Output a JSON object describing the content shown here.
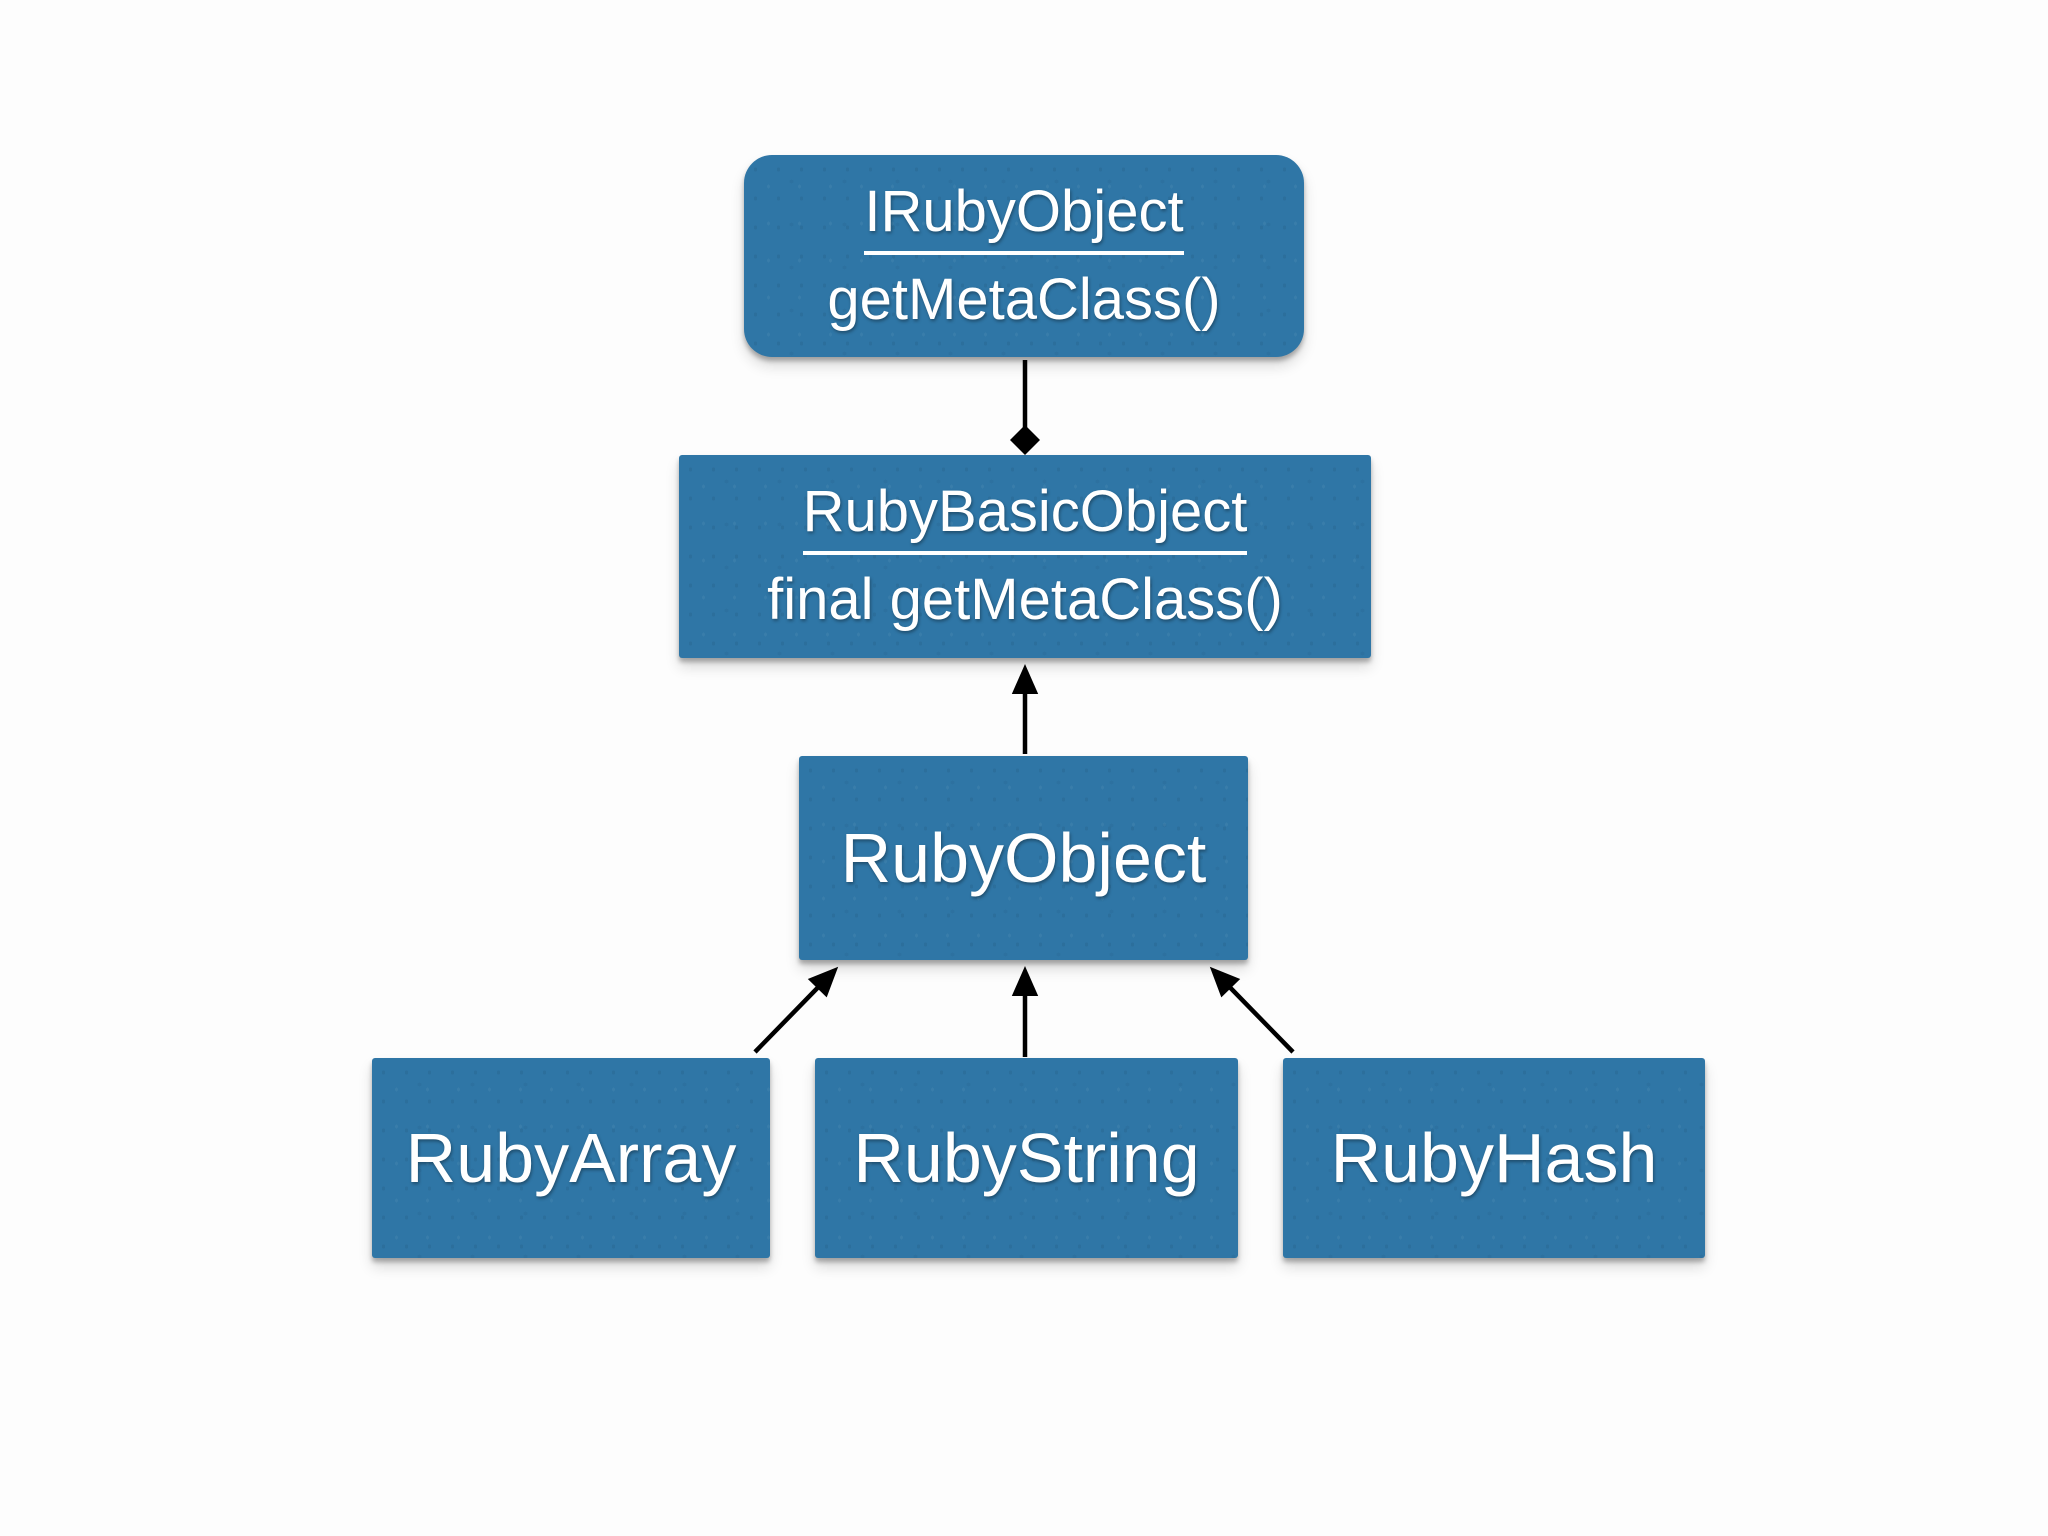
{
  "diagram": {
    "type": "class-hierarchy",
    "nodes": {
      "irubyobject": {
        "title": "IRubyObject",
        "subtitle": "getMetaClass()",
        "title_underlined": true
      },
      "rubybasicobject": {
        "title": "RubyBasicObject",
        "subtitle": "final getMetaClass()",
        "title_underlined": true
      },
      "rubyobject": {
        "title": "RubyObject"
      },
      "rubyarray": {
        "title": "RubyArray"
      },
      "rubystring": {
        "title": "RubyString"
      },
      "rubyhash": {
        "title": "RubyHash"
      }
    },
    "edges": [
      {
        "from": "irubyobject",
        "to": "rubybasicobject",
        "terminator": "diamond"
      },
      {
        "from": "rubyobject",
        "to": "rubybasicobject",
        "terminator": "arrow"
      },
      {
        "from": "rubyarray",
        "to": "rubyobject",
        "terminator": "arrow"
      },
      {
        "from": "rubystring",
        "to": "rubyobject",
        "terminator": "arrow"
      },
      {
        "from": "rubyhash",
        "to": "rubyobject",
        "terminator": "arrow"
      }
    ]
  },
  "colors": {
    "box_fill": "#2f76a6",
    "box_text": "#ffffff",
    "connector": "#000000",
    "background": "#fdfdfd"
  }
}
